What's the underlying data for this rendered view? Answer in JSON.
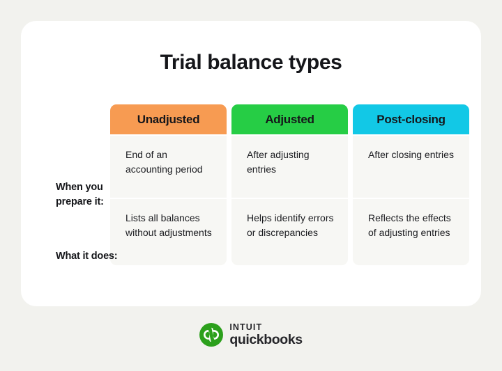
{
  "page": {
    "background_color": "#f2f2ee",
    "card_color": "#ffffff"
  },
  "title": "Trial balance types",
  "table": {
    "columns": [
      {
        "label": "Unadjusted",
        "color": "#f79b52"
      },
      {
        "label": "Adjusted",
        "color": "#26cd45"
      },
      {
        "label": "Post-closing",
        "color": "#12c8e6"
      }
    ],
    "rows": [
      {
        "label": "When you prepare it:",
        "cells": [
          "End of an accounting period",
          "After adjusting entries",
          "After closing entries"
        ]
      },
      {
        "label": "What it does:",
        "cells": [
          "Lists all balances without adjustments",
          "Helps identify errors or discrepancies",
          "Reflects the effects of adjusting entries"
        ]
      }
    ],
    "cell_background": "#f7f7f4"
  },
  "footer": {
    "logo_icon": "quickbooks-logo-icon",
    "brand_top": "INTUIT",
    "brand_bottom": "quickbooks",
    "brand_color": "#2ca01c"
  }
}
